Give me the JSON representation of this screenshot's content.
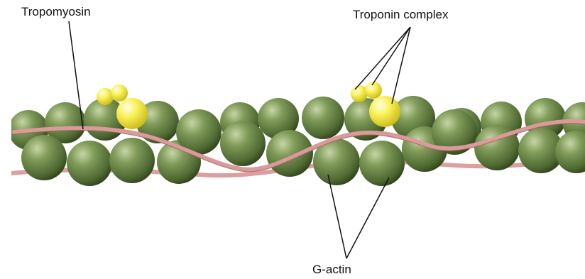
{
  "labels": {
    "tropomyosin": "Tropomyosin",
    "troponin": "Troponin complex",
    "gactin": "G-actin"
  },
  "colors": {
    "actin": "#6f8a4c",
    "actin_dark": "#3d5226",
    "tropomyosin": "#d99a9a",
    "troponin": "#f2e63a",
    "line": "#111111"
  }
}
